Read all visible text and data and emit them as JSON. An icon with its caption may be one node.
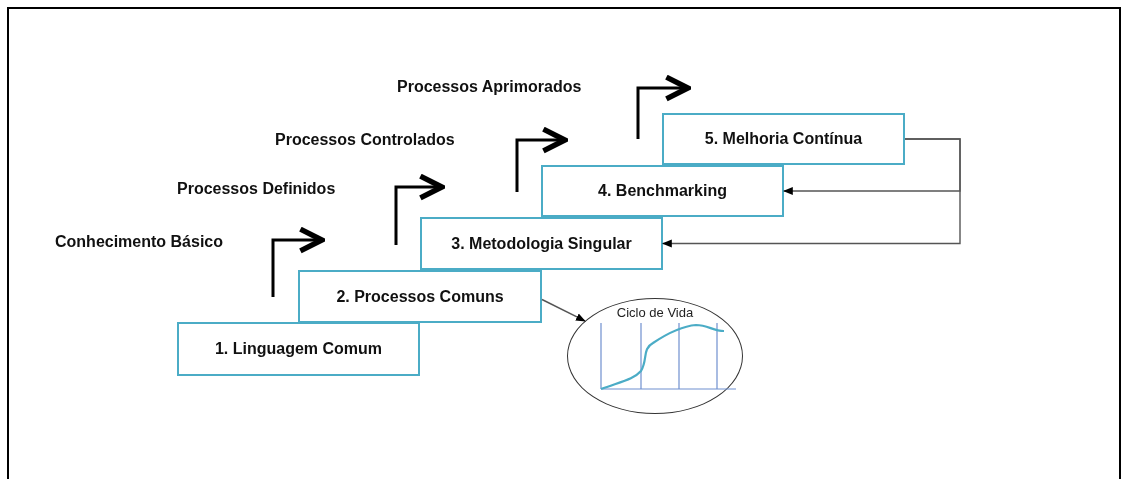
{
  "diagram": {
    "nodes": [
      {
        "text": [
          "1. Linguagem Comum"
        ]
      },
      {
        "text": [
          "2. Processos Comuns"
        ]
      },
      {
        "text": [
          "3. Metodologia Singular"
        ]
      },
      {
        "text": [
          "4. Benchmarking"
        ]
      },
      {
        "text": [
          "5. Melhoria Contínua"
        ]
      },
      {
        "text": [
          "Ciclo de Vida"
        ]
      }
    ],
    "edges": [
      {
        "from": 4,
        "to": 3,
        "arrow": "to"
      },
      {
        "from": 4,
        "to": 2,
        "arrow": "to"
      },
      {
        "from": 1,
        "to": 5,
        "arrow": "to"
      }
    ],
    "labels": [
      "Processos Aprimorados",
      "Processos Controlados",
      "Processos Definidos",
      "Conhecimento Básico"
    ]
  }
}
